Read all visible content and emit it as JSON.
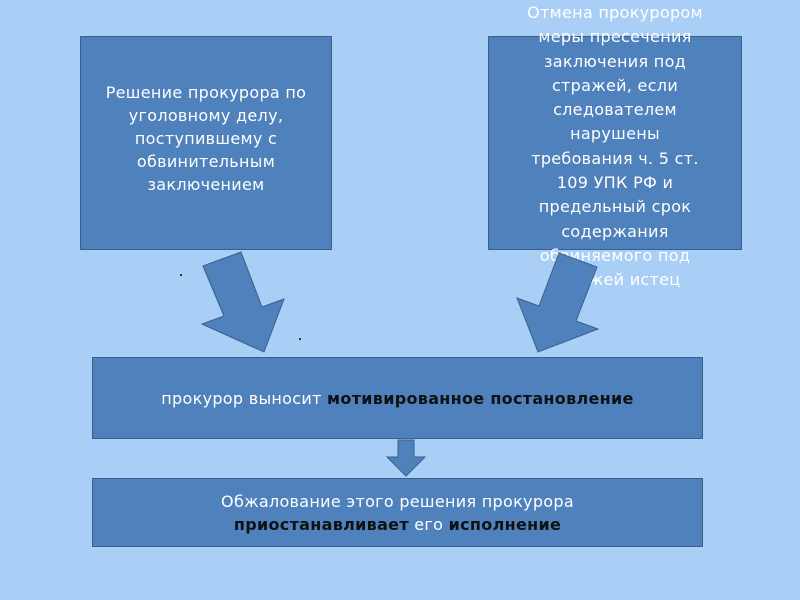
{
  "boxes": {
    "left": {
      "text": "Решение прокурора по уголовному делу, поступившему с обвинительным заключением"
    },
    "right": {
      "text": "Отмена прокурором\nмеры пресечения\nзаключения под\nстражей, если\nследователем\nнарушены\nтребования ч. 5 ст.\n109 УПК РФ и\nпредельный срок\nсодержания\nобвиняемого под\nстражей истец"
    },
    "middle": {
      "prefix": "прокурор выносит ",
      "bold": "мотивированное постановление"
    },
    "bottom": {
      "line1": "Обжалование этого решения прокурора",
      "bold1": "приостанавливает",
      "middle": " его ",
      "bold2": "исполнение"
    }
  },
  "colors": {
    "background": "#a9cff6",
    "box_fill": "#4f81bd",
    "box_border": "#3b5f8a",
    "arrow_fill": "#4f81bd"
  }
}
